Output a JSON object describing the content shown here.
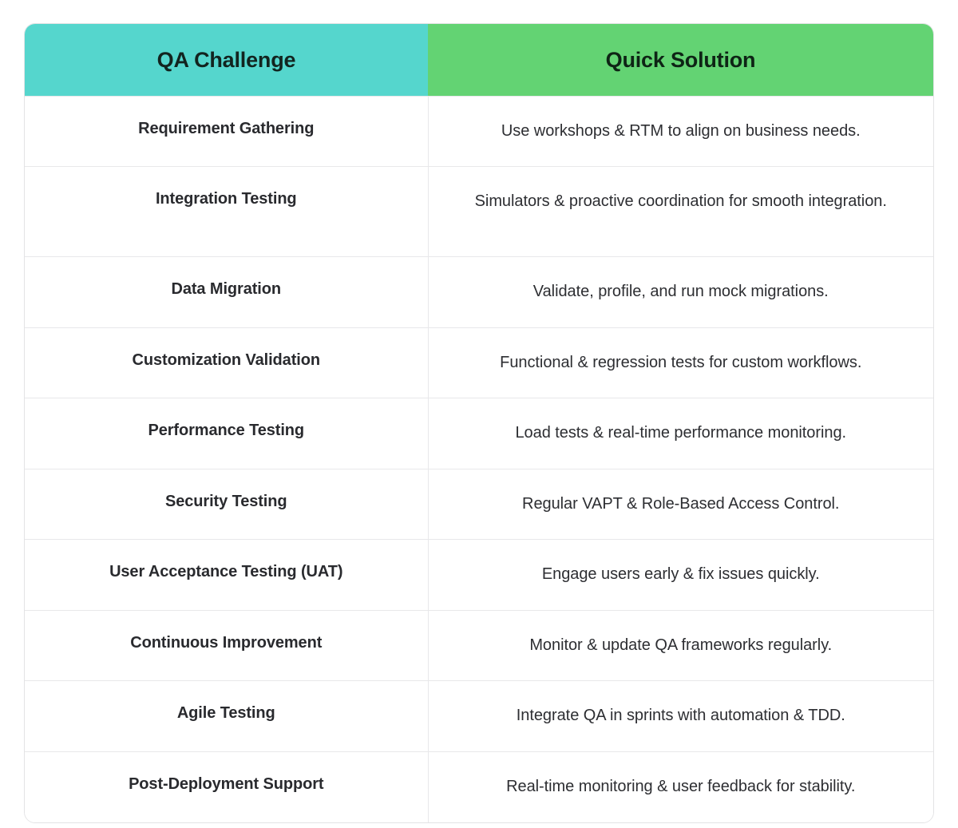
{
  "page": {
    "background_color": "#ffffff"
  },
  "table": {
    "accent_challenge_color": "#55d6cd",
    "accent_solution_color": "#63d373",
    "border_color": "#e8e8ea",
    "headers": {
      "challenge": "QA Challenge",
      "solution": "Quick Solution"
    },
    "rows": [
      {
        "challenge": "Requirement Gathering",
        "solution": "Use workshops & RTM to align on business needs."
      },
      {
        "challenge": "Integration Testing",
        "solution": "Simulators & proactive coordination for smooth integration."
      },
      {
        "challenge": "Data Migration",
        "solution": "Validate, profile, and run mock migrations."
      },
      {
        "challenge": "Customization Validation",
        "solution": "Functional & regression tests for custom workflows."
      },
      {
        "challenge": "Performance Testing",
        "solution": "Load tests & real-time performance monitoring."
      },
      {
        "challenge": "Security Testing",
        "solution": "Regular VAPT & Role-Based Access Control."
      },
      {
        "challenge": "User Acceptance Testing (UAT)",
        "solution": "Engage users early & fix issues quickly."
      },
      {
        "challenge": "Continuous Improvement",
        "solution": "Monitor & update QA frameworks regularly."
      },
      {
        "challenge": "Agile Testing",
        "solution": "Integrate QA in sprints with automation & TDD."
      },
      {
        "challenge": "Post-Deployment Support",
        "solution": "Real-time monitoring & user feedback for stability."
      }
    ]
  }
}
